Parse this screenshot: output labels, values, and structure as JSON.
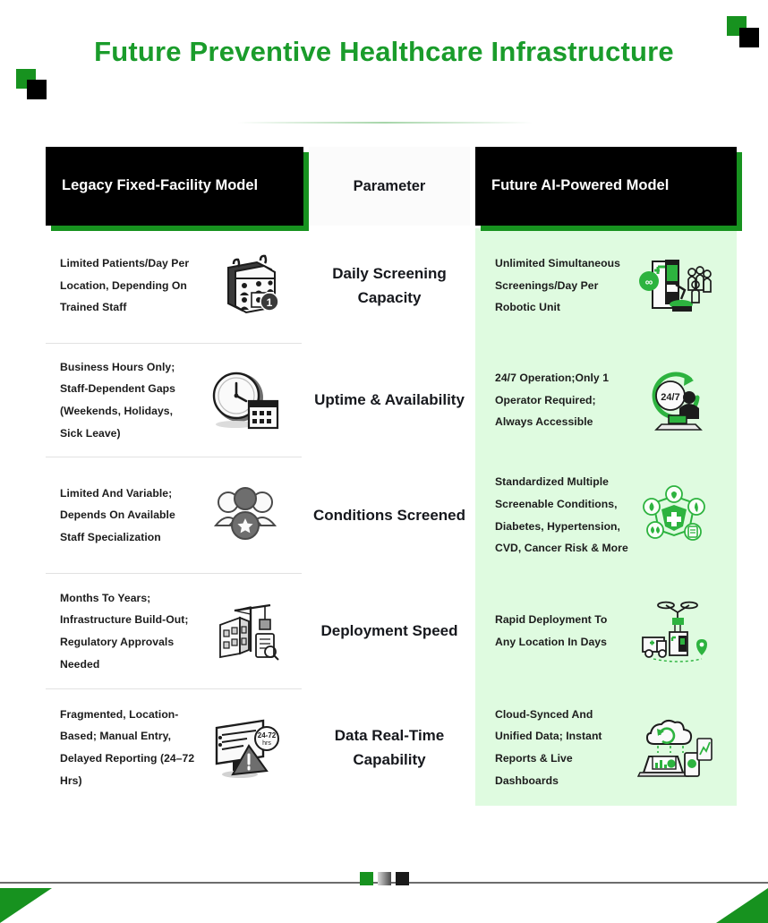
{
  "title": "Future Preventive Healthcare Infrastructure",
  "colors": {
    "accent_green": "#17921f",
    "title_green": "#1a9c2b",
    "panel_green": "#dffbe0",
    "header_black": "#000000",
    "text_dark": "#1c1c1c",
    "divider_gray": "#e2e2e2"
  },
  "table": {
    "headers": {
      "left": "Legacy Fixed-Facility Model",
      "middle": "Parameter",
      "right": "Future AI-Powered Model"
    },
    "rows": [
      {
        "legacy": "Limited Patients/Day Per Location, Depending On Trained Staff",
        "legacy_icon": "calendar-people-icon",
        "parameter": "Daily Screening Capacity",
        "future": "Unlimited Simultaneous Screenings/Day Per Robotic Unit",
        "future_icon": "robotic-screening-kiosk-icon"
      },
      {
        "legacy": "Business Hours Only; Staff-Dependent Gaps (Weekends, Holidays, Sick Leave)",
        "legacy_icon": "clock-calendar-icon",
        "parameter": "Uptime & Availability",
        "future": "24/7 Operation;Only 1 Operator Required; Always Accessible",
        "future_icon": "247-operator-icon"
      },
      {
        "legacy": "Limited And Variable; Depends On Available Staff Specialization",
        "legacy_icon": "staff-group-icon",
        "parameter": "Conditions Screened",
        "future": "Standardized Multiple Screenable Conditions, Diabetes, Hypertension, CVD, Cancer Risk & More",
        "future_icon": "health-shield-conditions-icon"
      },
      {
        "legacy": "Months To Years; Infrastructure Build-Out; Regulatory Approvals Needed",
        "legacy_icon": "construction-crane-icon",
        "parameter": "Deployment Speed",
        "future": "Rapid Deployment To Any Location In Days",
        "future_icon": "drone-delivery-kiosk-icon"
      },
      {
        "legacy": "Fragmented, Location-Based; Manual Entry, Delayed Reporting (24–72 Hrs)",
        "legacy_icon": "delayed-report-monitor-icon",
        "parameter": "Data Real-Time Capability",
        "future": "Cloud-Synced And Unified Data; Instant Reports & Live Dashboards",
        "future_icon": "cloud-dashboard-icon"
      }
    ]
  },
  "decorations": {
    "corner_squares": [
      "green",
      "black"
    ],
    "footer_marks": [
      "green",
      "gray",
      "black"
    ],
    "corner_triangles": [
      "bottom-left-green",
      "bottom-right-green"
    ]
  }
}
